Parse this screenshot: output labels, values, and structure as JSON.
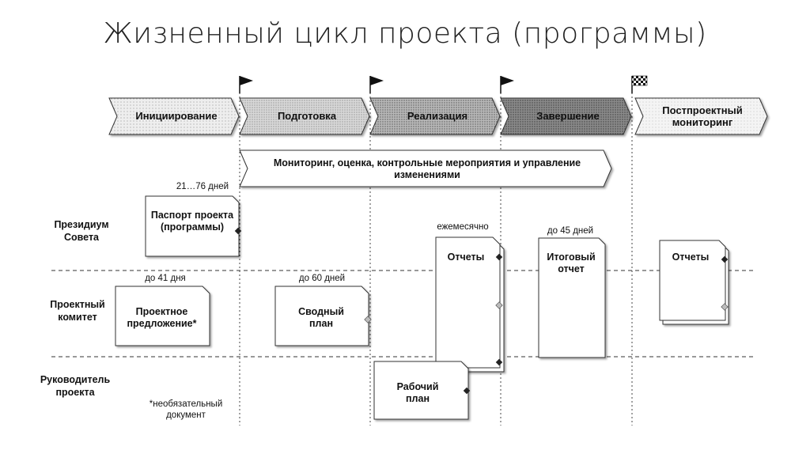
{
  "title": "Жизненный цикл проекта (программы)",
  "phases": [
    {
      "label": "Инициирование"
    },
    {
      "label": "Подготовка"
    },
    {
      "label": "Реализация"
    },
    {
      "label": "Завершение"
    },
    {
      "label": "Постпроектный мониторинг"
    }
  ],
  "monitoring_bar": "Мониторинг, оценка, контрольные мероприятия и управление изменениями",
  "roles": {
    "presidium": "Президиум Совета",
    "committee": "Проектный комитет",
    "manager": "Руководитель проекта"
  },
  "documents": {
    "passport": "Паспорт проекта (программы)",
    "proposal": "Проектное предложение*",
    "summary_plan": "Сводный план",
    "reports_main": "Отчеты",
    "final_report": "Итоговый отчет",
    "reports_post": "Отчеты",
    "work_plan": "Рабочий план"
  },
  "notes": {
    "days_21_76": "21…76 дней",
    "up_to_41": "до 41 дня",
    "up_to_60": "до 60 дней",
    "monthly": "ежемесячно",
    "up_to_45": "до 45 дней",
    "optional": "*необязательный документ"
  },
  "colors": {
    "phase_fill_1": "#e6e6e6",
    "phase_fill_2": "#dcdcdc",
    "phase_fill_3": "#c6c6c6",
    "phase_fill_4": "#8c8c8c",
    "phase_fill_5": "#efefef",
    "stroke": "#333333"
  },
  "icons": [
    "flag-icon",
    "flag-icon",
    "flag-icon",
    "checkered-flag-icon"
  ]
}
